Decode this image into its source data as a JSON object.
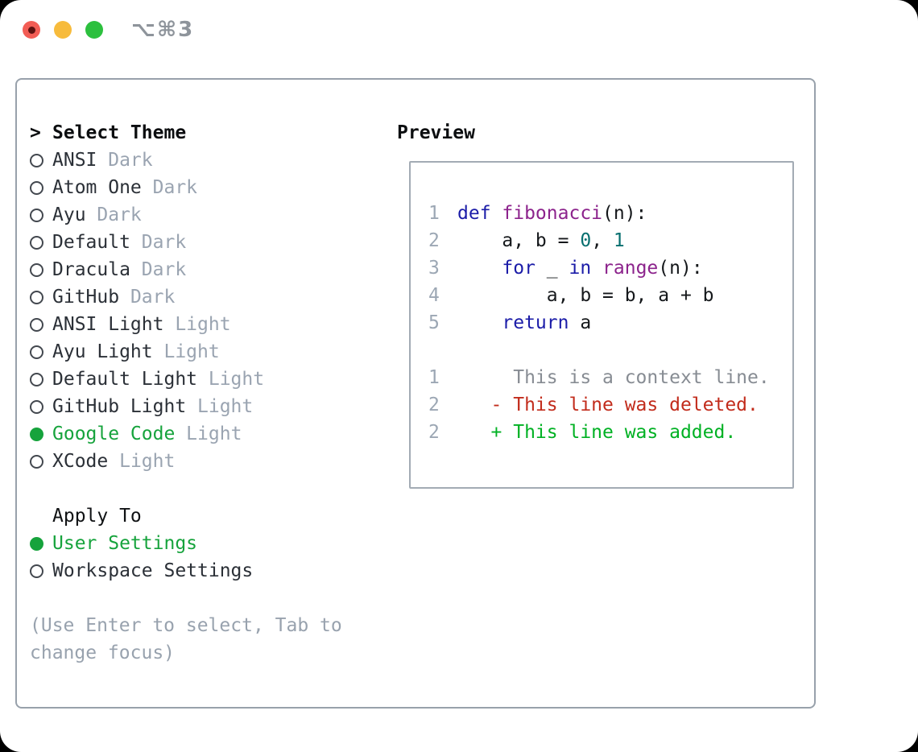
{
  "window": {
    "title": "⌥⌘3",
    "traffic_lights": [
      "close",
      "minimize",
      "zoom"
    ]
  },
  "colors": {
    "selected_green": "#16a33c",
    "tag_gray": "#9aa4b1",
    "hint_gray": "#98a2ae",
    "keyword_blue": "#1b1ca8",
    "function_purple": "#8c238c",
    "literal_teal": "#076f6f",
    "line_number_gray": "#9ca7b4",
    "context_gray": "#878c93",
    "diff_red": "#c22c1c",
    "diff_green": "#00b123",
    "panel_border": "#98a1ab",
    "light_close": "#f25d55",
    "light_min": "#f7bb3c",
    "light_max": "#2cc03e"
  },
  "sidebar": {
    "rows": [
      {
        "type": "prompt",
        "label": "Select Theme"
      },
      {
        "type": "option",
        "name": "ANSI",
        "tag": "Dark",
        "selected": false
      },
      {
        "type": "option",
        "name": "Atom One",
        "tag": "Dark",
        "selected": false
      },
      {
        "type": "option",
        "name": "Ayu",
        "tag": "Dark",
        "selected": false
      },
      {
        "type": "option",
        "name": "Default",
        "tag": "Dark",
        "selected": false
      },
      {
        "type": "option",
        "name": "Dracula",
        "tag": "Dark",
        "selected": false
      },
      {
        "type": "option",
        "name": "GitHub",
        "tag": "Dark",
        "selected": false
      },
      {
        "type": "option",
        "name": "ANSI Light",
        "tag": "Light",
        "selected": false
      },
      {
        "type": "option",
        "name": "Ayu Light",
        "tag": "Light",
        "selected": false
      },
      {
        "type": "option",
        "name": "Default Light",
        "tag": "Light",
        "selected": false
      },
      {
        "type": "option",
        "name": "GitHub Light",
        "tag": "Light",
        "selected": false
      },
      {
        "type": "option",
        "name": "Google Code",
        "tag": "Light",
        "selected": true
      },
      {
        "type": "option",
        "name": "XCode",
        "tag": "Light",
        "selected": false
      },
      {
        "type": "blank"
      },
      {
        "type": "heading",
        "label": "Apply To"
      },
      {
        "type": "option",
        "name": "User Settings",
        "tag": "",
        "selected": true
      },
      {
        "type": "option",
        "name": "Workspace Settings",
        "tag": "",
        "selected": false
      },
      {
        "type": "blank"
      },
      {
        "type": "hint",
        "label": "(Use Enter to select, Tab to"
      },
      {
        "type": "hint",
        "label": "change focus)"
      }
    ]
  },
  "preview": {
    "title": "Preview",
    "lines": [
      {
        "num": "1",
        "tokens": [
          {
            "text": "def ",
            "cls": "kw"
          },
          {
            "text": "fibonacci",
            "cls": "fn"
          },
          {
            "text": "(n):",
            "cls": "plain"
          }
        ]
      },
      {
        "num": "2",
        "tokens": [
          {
            "text": "    a, b = ",
            "cls": "plain"
          },
          {
            "text": "0",
            "cls": "lit"
          },
          {
            "text": ", ",
            "cls": "plain"
          },
          {
            "text": "1",
            "cls": "lit"
          }
        ]
      },
      {
        "num": "3",
        "tokens": [
          {
            "text": "    ",
            "cls": "plain"
          },
          {
            "text": "for",
            "cls": "kw"
          },
          {
            "text": " _ ",
            "cls": "plain"
          },
          {
            "text": "in",
            "cls": "kw"
          },
          {
            "text": " ",
            "cls": "plain"
          },
          {
            "text": "range",
            "cls": "fn"
          },
          {
            "text": "(n):",
            "cls": "plain"
          }
        ]
      },
      {
        "num": "4",
        "tokens": [
          {
            "text": "        a, b = b, a + b",
            "cls": "plain"
          }
        ]
      },
      {
        "num": "5",
        "tokens": [
          {
            "text": "    ",
            "cls": "plain"
          },
          {
            "text": "return",
            "cls": "kw"
          },
          {
            "text": " a",
            "cls": "plain"
          }
        ]
      },
      {
        "num": "",
        "tokens": []
      },
      {
        "num": "1",
        "tokens": [
          {
            "text": "     This is a context line.",
            "cls": "ctx"
          }
        ]
      },
      {
        "num": "2",
        "tokens": [
          {
            "text": "   - This line was deleted.",
            "cls": "del"
          }
        ]
      },
      {
        "num": "2",
        "tokens": [
          {
            "text": "   + This line was added.",
            "cls": "add"
          }
        ]
      }
    ]
  }
}
